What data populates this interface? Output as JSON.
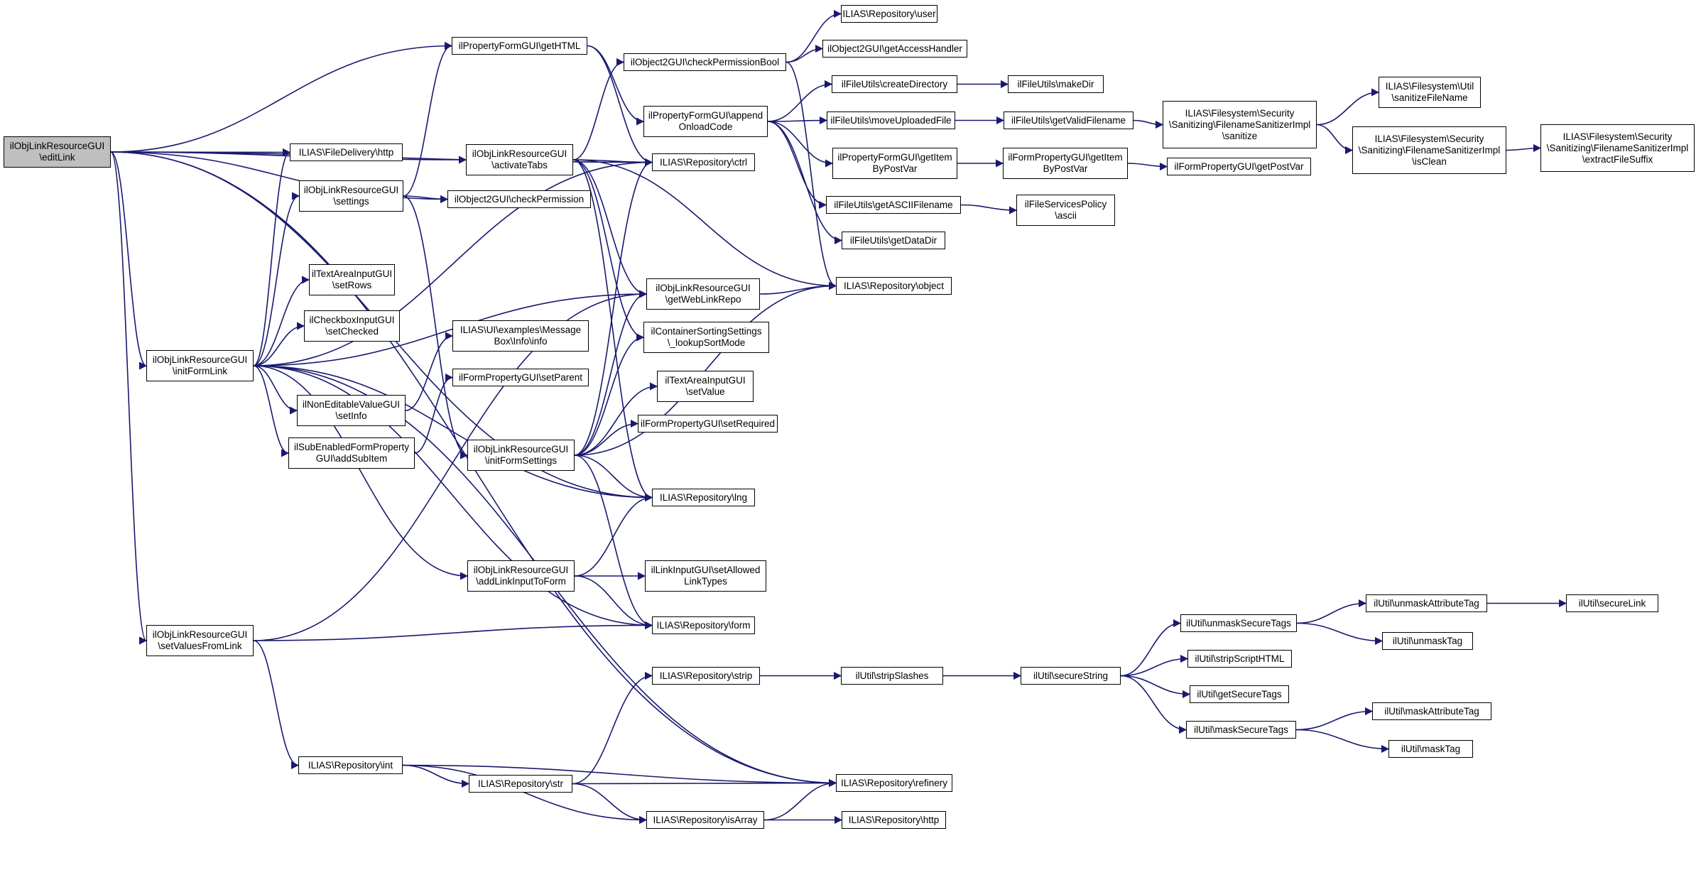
{
  "colors": {
    "edge": "#191970",
    "root_fill": "#bfbfbf",
    "node_fill": "#ffffff",
    "border": "#000000"
  },
  "nodes": [
    {
      "id": "editLink",
      "lines": [
        "ilObjLinkResourceGUI",
        "\\editLink"
      ],
      "root": true
    },
    {
      "id": "getHTML",
      "lines": [
        "ilPropertyFormGUI\\getHTML"
      ]
    },
    {
      "id": "fdHttp",
      "lines": [
        "ILIAS\\FileDelivery\\http"
      ]
    },
    {
      "id": "settings",
      "lines": [
        "ilObjLinkResourceGUI",
        "\\settings"
      ]
    },
    {
      "id": "setRows",
      "lines": [
        "ilTextAreaInputGUI",
        "\\setRows"
      ]
    },
    {
      "id": "setChecked",
      "lines": [
        "ilCheckboxInputGUI",
        "\\setChecked"
      ]
    },
    {
      "id": "initFormLink",
      "lines": [
        "ilObjLinkResourceGUI",
        "\\initFormLink"
      ]
    },
    {
      "id": "setInfo",
      "lines": [
        "ilNonEditableValueGUI",
        "\\setInfo"
      ]
    },
    {
      "id": "addSubItem",
      "lines": [
        "ilSubEnabledFormProperty",
        "GUI\\addSubItem"
      ]
    },
    {
      "id": "setValuesFromLink",
      "lines": [
        "ilObjLinkResourceGUI",
        "\\setValuesFromLink"
      ]
    },
    {
      "id": "repoInt",
      "lines": [
        "ILIAS\\Repository\\int"
      ]
    },
    {
      "id": "activateTabs",
      "lines": [
        "ilObjLinkResourceGUI",
        "\\activateTabs"
      ]
    },
    {
      "id": "checkPermission",
      "lines": [
        "ilObject2GUI\\checkPermission"
      ]
    },
    {
      "id": "msgInfo",
      "lines": [
        "ILIAS\\UI\\examples\\Message",
        "Box\\Info\\info"
      ]
    },
    {
      "id": "setParent",
      "lines": [
        "ilFormPropertyGUI\\setParent"
      ]
    },
    {
      "id": "initFormSettings",
      "lines": [
        "ilObjLinkResourceGUI",
        "\\initFormSettings"
      ]
    },
    {
      "id": "addLinkInput",
      "lines": [
        "ilObjLinkResourceGUI",
        "\\addLinkInputToForm"
      ]
    },
    {
      "id": "repoStr",
      "lines": [
        "ILIAS\\Repository\\str"
      ]
    },
    {
      "id": "checkPermissionBool",
      "lines": [
        "ilObject2GUI\\checkPermissionBool"
      ]
    },
    {
      "id": "appendOnload",
      "lines": [
        "ilPropertyFormGUI\\append",
        "OnloadCode"
      ]
    },
    {
      "id": "repoCtrl",
      "lines": [
        "ILIAS\\Repository\\ctrl"
      ]
    },
    {
      "id": "getWebLinkRepo",
      "lines": [
        "ilObjLinkResourceGUI",
        "\\getWebLinkRepo"
      ]
    },
    {
      "id": "lookupSortMode",
      "lines": [
        "ilContainerSortingSettings",
        "\\_lookupSortMode"
      ]
    },
    {
      "id": "taSetValue",
      "lines": [
        "ilTextAreaInputGUI",
        "\\setValue"
      ]
    },
    {
      "id": "setRequired",
      "lines": [
        "ilFormPropertyGUI\\setRequired"
      ]
    },
    {
      "id": "repoLng",
      "lines": [
        "ILIAS\\Repository\\lng"
      ]
    },
    {
      "id": "setAllowed",
      "lines": [
        "ilLinkInputGUI\\setAllowed",
        "LinkTypes"
      ]
    },
    {
      "id": "repoForm",
      "lines": [
        "ILIAS\\Repository\\form"
      ]
    },
    {
      "id": "repoStrip",
      "lines": [
        "ILIAS\\Repository\\strip"
      ]
    },
    {
      "id": "repoIsArray",
      "lines": [
        "ILIAS\\Repository\\isArray"
      ]
    },
    {
      "id": "repoUser",
      "lines": [
        "ILIAS\\Repository\\user"
      ]
    },
    {
      "id": "getAccessHandler",
      "lines": [
        "ilObject2GUI\\getAccessHandler"
      ]
    },
    {
      "id": "createDirectory",
      "lines": [
        "ilFileUtils\\createDirectory"
      ]
    },
    {
      "id": "moveUploaded",
      "lines": [
        "ilFileUtils\\moveUploadedFile"
      ]
    },
    {
      "id": "getItemByPostVar1",
      "lines": [
        "ilPropertyFormGUI\\getItem",
        "ByPostVar"
      ]
    },
    {
      "id": "getASCII",
      "lines": [
        "ilFileUtils\\getASCIIFilename"
      ]
    },
    {
      "id": "getDataDir",
      "lines": [
        "ilFileUtils\\getDataDir"
      ]
    },
    {
      "id": "repoObject",
      "lines": [
        "ILIAS\\Repository\\object"
      ]
    },
    {
      "id": "repoRefinery",
      "lines": [
        "ILIAS\\Repository\\refinery"
      ]
    },
    {
      "id": "repoHttp",
      "lines": [
        "ILIAS\\Repository\\http"
      ]
    },
    {
      "id": "stripSlashes",
      "lines": [
        "ilUtil\\stripSlashes"
      ]
    },
    {
      "id": "makeDir",
      "lines": [
        "ilFileUtils\\makeDir"
      ]
    },
    {
      "id": "getValidFilename",
      "lines": [
        "ilFileUtils\\getValidFilename"
      ]
    },
    {
      "id": "getItemByPostVar2",
      "lines": [
        "ilFormPropertyGUI\\getItem",
        "ByPostVar"
      ]
    },
    {
      "id": "asciiPolicy",
      "lines": [
        "ilFileServicesPolicy",
        "\\ascii"
      ]
    },
    {
      "id": "secureString",
      "lines": [
        "ilUtil\\secureString"
      ]
    },
    {
      "id": "sanitize",
      "lines": [
        "ILIAS\\Filesystem\\Security",
        "\\Sanitizing\\FilenameSanitizerImpl",
        "\\sanitize"
      ]
    },
    {
      "id": "getPostVar",
      "lines": [
        "ilFormPropertyGUI\\getPostVar"
      ]
    },
    {
      "id": "unmaskSecureTags",
      "lines": [
        "ilUtil\\unmaskSecureTags"
      ]
    },
    {
      "id": "stripScriptHTML",
      "lines": [
        "ilUtil\\stripScriptHTML"
      ]
    },
    {
      "id": "getSecureTags",
      "lines": [
        "ilUtil\\getSecureTags"
      ]
    },
    {
      "id": "maskSecureTags",
      "lines": [
        "ilUtil\\maskSecureTags"
      ]
    },
    {
      "id": "sanitizeFileName",
      "lines": [
        "ILIAS\\Filesystem\\Util",
        "\\sanitizeFileName"
      ]
    },
    {
      "id": "isClean",
      "lines": [
        "ILIAS\\Filesystem\\Security",
        "\\Sanitizing\\FilenameSanitizerImpl",
        "\\isClean"
      ]
    },
    {
      "id": "unmaskAttr",
      "lines": [
        "ilUtil\\unmaskAttributeTag"
      ]
    },
    {
      "id": "unmaskTag",
      "lines": [
        "ilUtil\\unmaskTag"
      ]
    },
    {
      "id": "maskAttr",
      "lines": [
        "ilUtil\\maskAttributeTag"
      ]
    },
    {
      "id": "maskTag",
      "lines": [
        "ilUtil\\maskTag"
      ]
    },
    {
      "id": "extractSuffix",
      "lines": [
        "ILIAS\\Filesystem\\Security",
        "\\Sanitizing\\FilenameSanitizerImpl",
        "\\extractFileSuffix"
      ]
    },
    {
      "id": "secureLink",
      "lines": [
        "ilUtil\\secureLink"
      ]
    }
  ],
  "edges": [
    [
      "editLink",
      "getHTML"
    ],
    [
      "editLink",
      "fdHttp"
    ],
    [
      "editLink",
      "initFormLink"
    ],
    [
      "editLink",
      "setValuesFromLink"
    ],
    [
      "editLink",
      "activateTabs"
    ],
    [
      "editLink",
      "checkPermission"
    ],
    [
      "editLink",
      "repoCtrl"
    ],
    [
      "editLink",
      "repoLng"
    ],
    [
      "editLink",
      "repoRefinery"
    ],
    [
      "settings",
      "getHTML"
    ],
    [
      "settings",
      "checkPermission"
    ],
    [
      "settings",
      "initFormSettings"
    ],
    [
      "initFormLink",
      "fdHttp"
    ],
    [
      "initFormLink",
      "settings"
    ],
    [
      "initFormLink",
      "setRows"
    ],
    [
      "initFormLink",
      "setChecked"
    ],
    [
      "initFormLink",
      "setInfo"
    ],
    [
      "initFormLink",
      "addSubItem"
    ],
    [
      "initFormLink",
      "repoCtrl"
    ],
    [
      "initFormLink",
      "getWebLinkRepo"
    ],
    [
      "initFormLink",
      "repoLng"
    ],
    [
      "initFormLink",
      "addLinkInput"
    ],
    [
      "initFormLink",
      "repoForm"
    ],
    [
      "initFormLink",
      "repoRefinery"
    ],
    [
      "setInfo",
      "msgInfo"
    ],
    [
      "addSubItem",
      "setParent"
    ],
    [
      "setValuesFromLink",
      "getWebLinkRepo"
    ],
    [
      "setValuesFromLink",
      "repoForm"
    ],
    [
      "setValuesFromLink",
      "repoInt"
    ],
    [
      "repoInt",
      "repoStr"
    ],
    [
      "repoInt",
      "repoRefinery"
    ],
    [
      "repoInt",
      "repoIsArray"
    ],
    [
      "activateTabs",
      "checkPermissionBool"
    ],
    [
      "activateTabs",
      "repoCtrl"
    ],
    [
      "activateTabs",
      "getWebLinkRepo"
    ],
    [
      "activateTabs",
      "lookupSortMode"
    ],
    [
      "activateTabs",
      "repoLng"
    ],
    [
      "activateTabs",
      "repoObject"
    ],
    [
      "getHTML",
      "appendOnload"
    ],
    [
      "getHTML",
      "repoCtrl"
    ],
    [
      "initFormSettings",
      "repoCtrl"
    ],
    [
      "initFormSettings",
      "getWebLinkRepo"
    ],
    [
      "initFormSettings",
      "lookupSortMode"
    ],
    [
      "initFormSettings",
      "taSetValue"
    ],
    [
      "initFormSettings",
      "setRequired"
    ],
    [
      "initFormSettings",
      "repoObject"
    ],
    [
      "initFormSettings",
      "repoLng"
    ],
    [
      "initFormSettings",
      "repoForm"
    ],
    [
      "addLinkInput",
      "repoLng"
    ],
    [
      "addLinkInput",
      "setAllowed"
    ],
    [
      "addLinkInput",
      "repoForm"
    ],
    [
      "repoStr",
      "repoStrip"
    ],
    [
      "repoStr",
      "repoRefinery"
    ],
    [
      "repoStr",
      "repoIsArray"
    ],
    [
      "repoIsArray",
      "repoRefinery"
    ],
    [
      "repoIsArray",
      "repoHttp"
    ],
    [
      "checkPermissionBool",
      "repoUser"
    ],
    [
      "checkPermissionBool",
      "getAccessHandler"
    ],
    [
      "checkPermissionBool",
      "repoObject"
    ],
    [
      "appendOnload",
      "createDirectory"
    ],
    [
      "appendOnload",
      "moveUploaded"
    ],
    [
      "appendOnload",
      "getItemByPostVar1"
    ],
    [
      "appendOnload",
      "getASCII"
    ],
    [
      "appendOnload",
      "getDataDir"
    ],
    [
      "getWebLinkRepo",
      "repoObject"
    ],
    [
      "repoStrip",
      "stripSlashes"
    ],
    [
      "createDirectory",
      "makeDir"
    ],
    [
      "moveUploaded",
      "getValidFilename"
    ],
    [
      "getItemByPostVar1",
      "getItemByPostVar2"
    ],
    [
      "getASCII",
      "asciiPolicy"
    ],
    [
      "stripSlashes",
      "secureString"
    ],
    [
      "getValidFilename",
      "sanitize"
    ],
    [
      "getItemByPostVar2",
      "getPostVar"
    ],
    [
      "secureString",
      "unmaskSecureTags"
    ],
    [
      "secureString",
      "stripScriptHTML"
    ],
    [
      "secureString",
      "getSecureTags"
    ],
    [
      "secureString",
      "maskSecureTags"
    ],
    [
      "sanitize",
      "sanitizeFileName"
    ],
    [
      "sanitize",
      "isClean"
    ],
    [
      "unmaskSecureTags",
      "unmaskAttr"
    ],
    [
      "unmaskSecureTags",
      "unmaskTag"
    ],
    [
      "maskSecureTags",
      "maskAttr"
    ],
    [
      "maskSecureTags",
      "maskTag"
    ],
    [
      "isClean",
      "extractSuffix"
    ],
    [
      "unmaskAttr",
      "secureLink"
    ]
  ]
}
